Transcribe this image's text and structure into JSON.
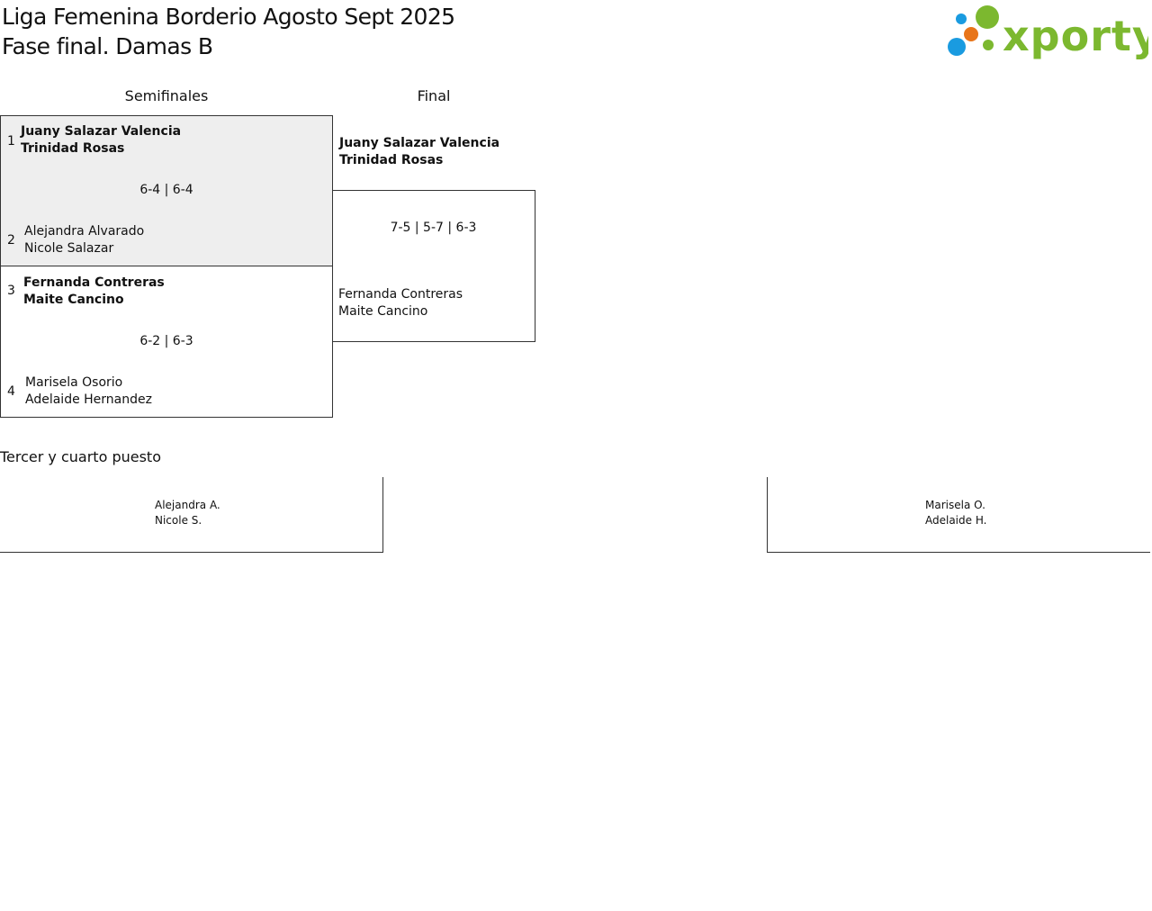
{
  "header": {
    "title_line1": "Liga Femenina Borderio Agosto Sept 2025",
    "title_line2": "Fase final. Damas B",
    "logo_text": "xporty",
    "logo_colors": {
      "green": "#7cb82f",
      "blue": "#1a9be0",
      "orange": "#e8751a"
    }
  },
  "rounds": {
    "semifinal_label": "Semifinales",
    "final_label": "Final"
  },
  "semifinals": [
    {
      "score": "6-4 | 6-4",
      "highlighted": true,
      "top": {
        "seed": "1",
        "player1": "Juany Salazar Valencia",
        "player2": "Trinidad Rosas"
      },
      "bottom": {
        "seed": "2",
        "player1": "Alejandra Alvarado",
        "player2": "Nicole Salazar"
      }
    },
    {
      "score": "6-2 | 6-3",
      "highlighted": false,
      "top": {
        "seed": "3",
        "player1": "Fernanda Contreras",
        "player2": "Maite Cancino"
      },
      "bottom": {
        "seed": "4",
        "player1": "Marisela Osorio",
        "player2": "Adelaide Hernandez"
      }
    }
  ],
  "final": {
    "score": "7-5 | 5-7 | 6-3",
    "top": {
      "player1": "Juany Salazar Valencia",
      "player2": "Trinidad Rosas"
    },
    "bottom": {
      "player1": "Fernanda Contreras",
      "player2": "Maite Cancino"
    }
  },
  "third_place": {
    "title": "Tercer y cuarto puesto",
    "left": {
      "player1": "Alejandra A.",
      "player2": "Nicole S."
    },
    "right": {
      "player1": "Marisela O.",
      "player2": "Adelaide H."
    }
  }
}
